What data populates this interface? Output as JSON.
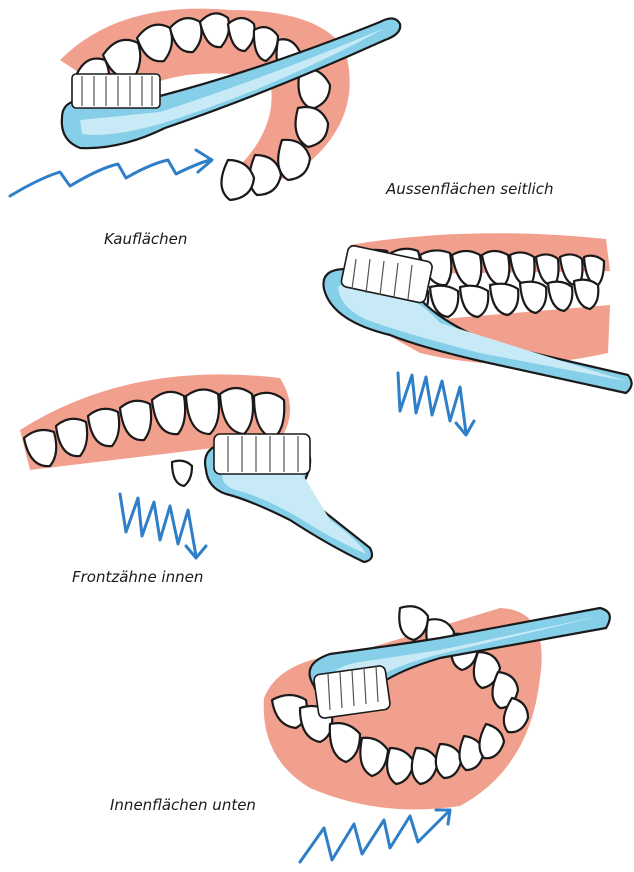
{
  "figure": {
    "captions": {
      "occlusal": "Kauflächen",
      "outer": "Aussenflächen seitlich",
      "front_inner": "Frontzähne innen",
      "inner_lower": "Innenflächen unten"
    },
    "colors": {
      "gum": "#f2a08e",
      "toothbrush": "#86cfe9",
      "arrow": "#2f7ec8",
      "outline": "#1a1a1a"
    }
  }
}
